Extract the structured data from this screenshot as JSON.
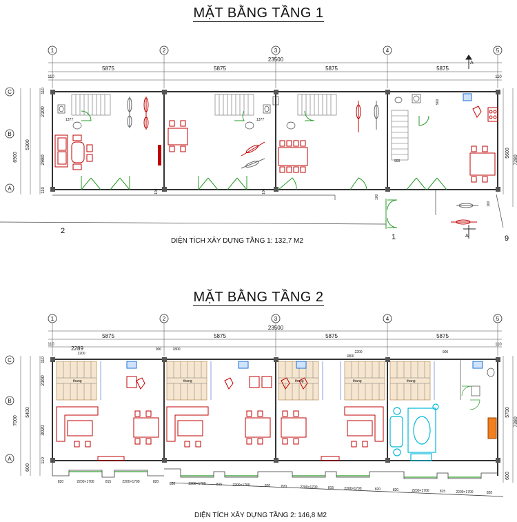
{
  "floor1": {
    "title": "MẶT BẰNG TẦNG 1",
    "area_caption": "DIỆN TÍCH XÂY DỰNG TẦNG 1: 132,7 M2",
    "grid_cols": [
      "1",
      "2",
      "3",
      "4",
      "5"
    ],
    "grid_rows": [
      "C",
      "B",
      "A"
    ],
    "total_dim": "23500",
    "bay_dims": [
      "5875",
      "5875",
      "5875",
      "5875"
    ],
    "edge_dims": [
      "110",
      "110"
    ],
    "left_dims": [
      "110",
      "2100",
      "2980",
      "110"
    ],
    "left_total": [
      "5300",
      "6900"
    ],
    "right_dims": [
      "5600",
      "7280"
    ],
    "small_dims": [
      "1377",
      "1377",
      "900",
      "900",
      "100",
      "100",
      "100",
      "100"
    ],
    "section_mark": "A",
    "corner_marks": [
      "2",
      "1",
      "9"
    ]
  },
  "floor2": {
    "title": "MẶT BẰNG TẦNG 2",
    "area_caption": "DIỆN TÍCH XÂY DỰNG TẦNG 2: 146,8 M2",
    "grid_cols": [
      "1",
      "2",
      "3",
      "4",
      "5"
    ],
    "grid_rows": [
      "C",
      "B",
      "A"
    ],
    "total_dim": "23500",
    "bay_dims": [
      "5875",
      "5875",
      "5875",
      "5875"
    ],
    "edge_dims": [
      "110",
      "110"
    ],
    "stair_dims": [
      "2289",
      "2200",
      "900",
      "1800",
      "2200",
      "1800",
      "900"
    ],
    "left_dims": [
      "110",
      "2160",
      "3020",
      "110",
      "600"
    ],
    "left_total": [
      "5400",
      "7000"
    ],
    "right_dims": [
      "5700",
      "7380",
      "600"
    ],
    "balcony_dims": [
      "820",
      "2200×1700",
      "815",
      "2200×1700",
      "820"
    ],
    "stair_label": "thang"
  }
}
